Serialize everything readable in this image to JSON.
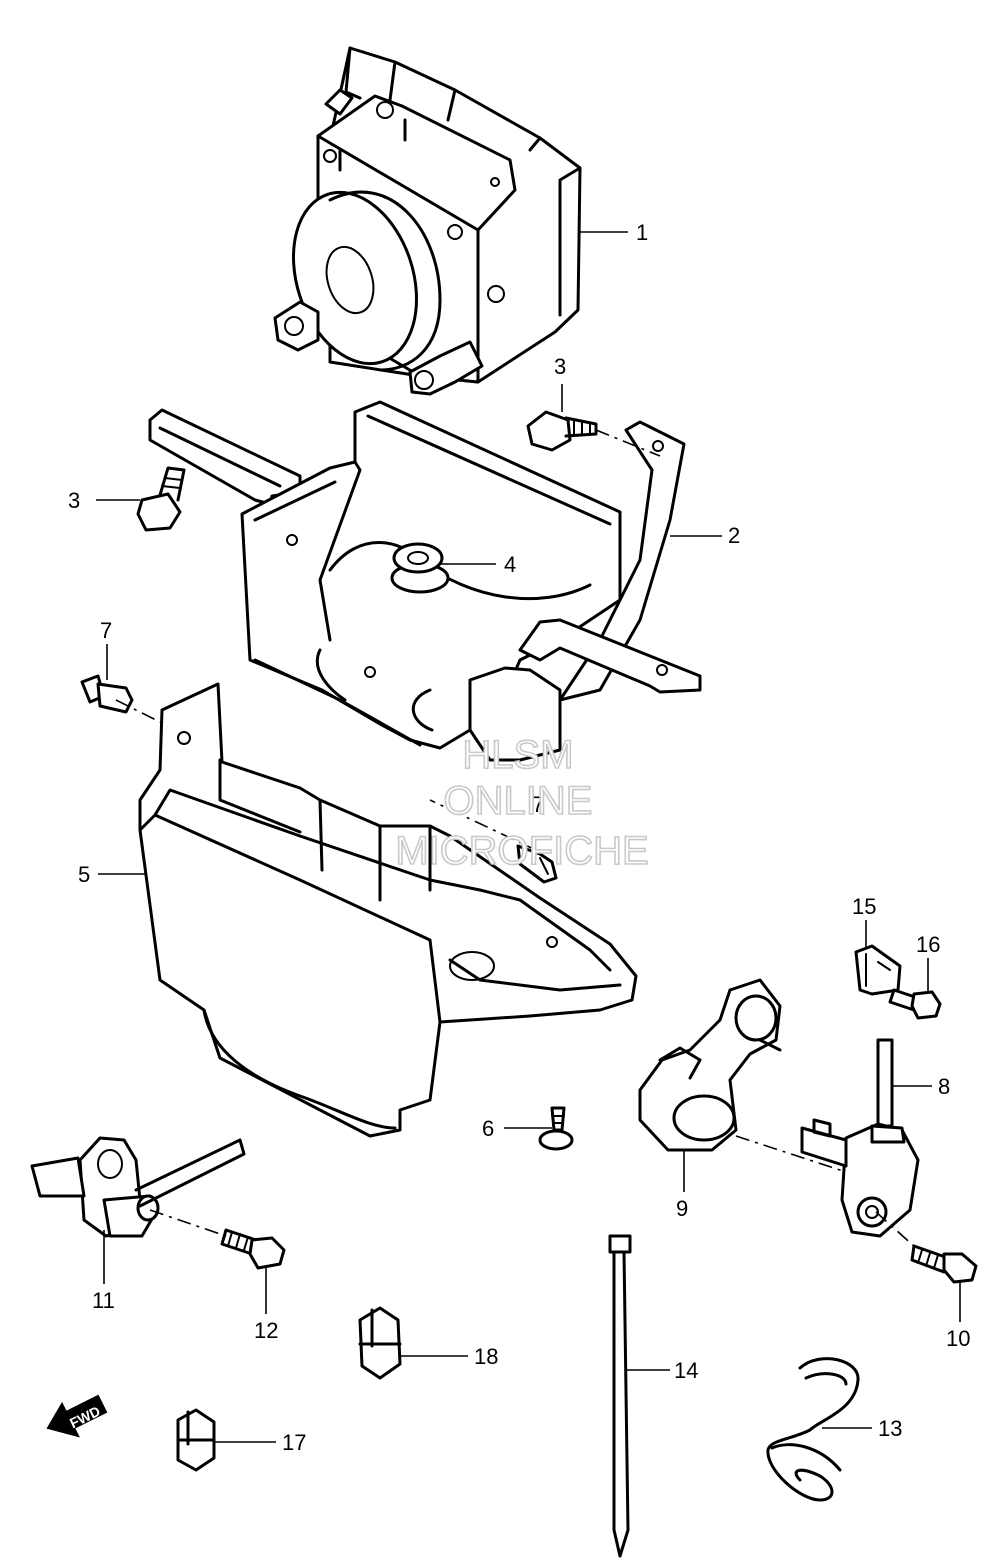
{
  "watermark": {
    "line1": "HLSM",
    "line2": "ONLINE",
    "line3": "MICROFICHE"
  },
  "direction_label": "FWD",
  "callouts": [
    "1",
    "2",
    "3",
    "3",
    "4",
    "5",
    "6",
    "7",
    "7",
    "8",
    "9",
    "10",
    "11",
    "12",
    "13",
    "14",
    "15",
    "16",
    "17",
    "18"
  ]
}
